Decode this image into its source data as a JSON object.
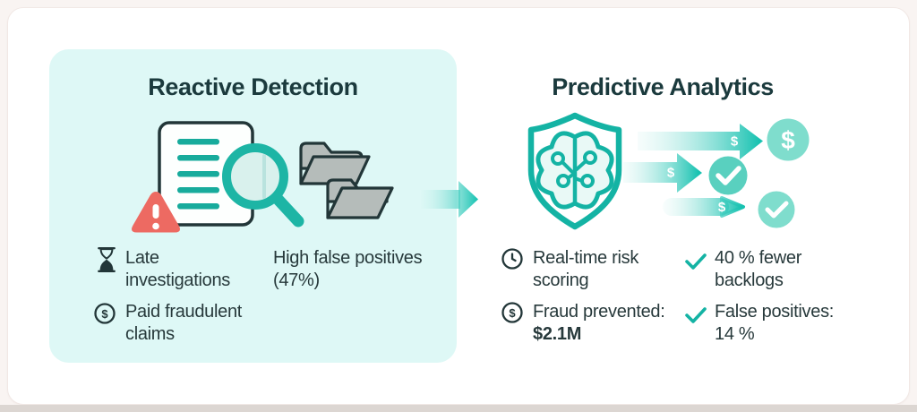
{
  "left_panel": {
    "title": "Reactive Detection",
    "bullets": [
      {
        "icon": "hourglass-icon",
        "line1": "Late",
        "line2": "investigations"
      },
      {
        "icon": "dollar-circle-icon",
        "line1": "Paid fraudulent",
        "line2": "claims"
      },
      {
        "icon": "none",
        "line1": "High false positives",
        "line2": "(47%)"
      }
    ]
  },
  "right_panel": {
    "title": "Predictive Analytics",
    "bullets": [
      {
        "icon": "clock-icon",
        "line1": "Real-time risk",
        "line2": "scoring"
      },
      {
        "icon": "dollar-circle-icon",
        "line1": "Fraud prevented:",
        "line2": "$2.1M"
      },
      {
        "icon": "check-icon",
        "line1": "40 % fewer",
        "line2": "backlogs"
      },
      {
        "icon": "check-icon",
        "line1": "False positives:",
        "line2": "14 %"
      }
    ],
    "illustration": {
      "arrow_dollar_1": "$",
      "arrow_dollar_2": "$",
      "arrow_dollar_3": "$",
      "coin_dollar": "$"
    }
  },
  "icons": {
    "dollar_glyph": "$"
  },
  "colors": {
    "teal": "#14b3a4",
    "panel_bg": "#def8f6",
    "alert_red": "#ed6a62",
    "heading": "#1b3a3d",
    "body_text": "#27393b",
    "folder_gray": "#b5bcba",
    "coin_light": "#7fddcd",
    "coin_mid": "#59d0bf"
  }
}
